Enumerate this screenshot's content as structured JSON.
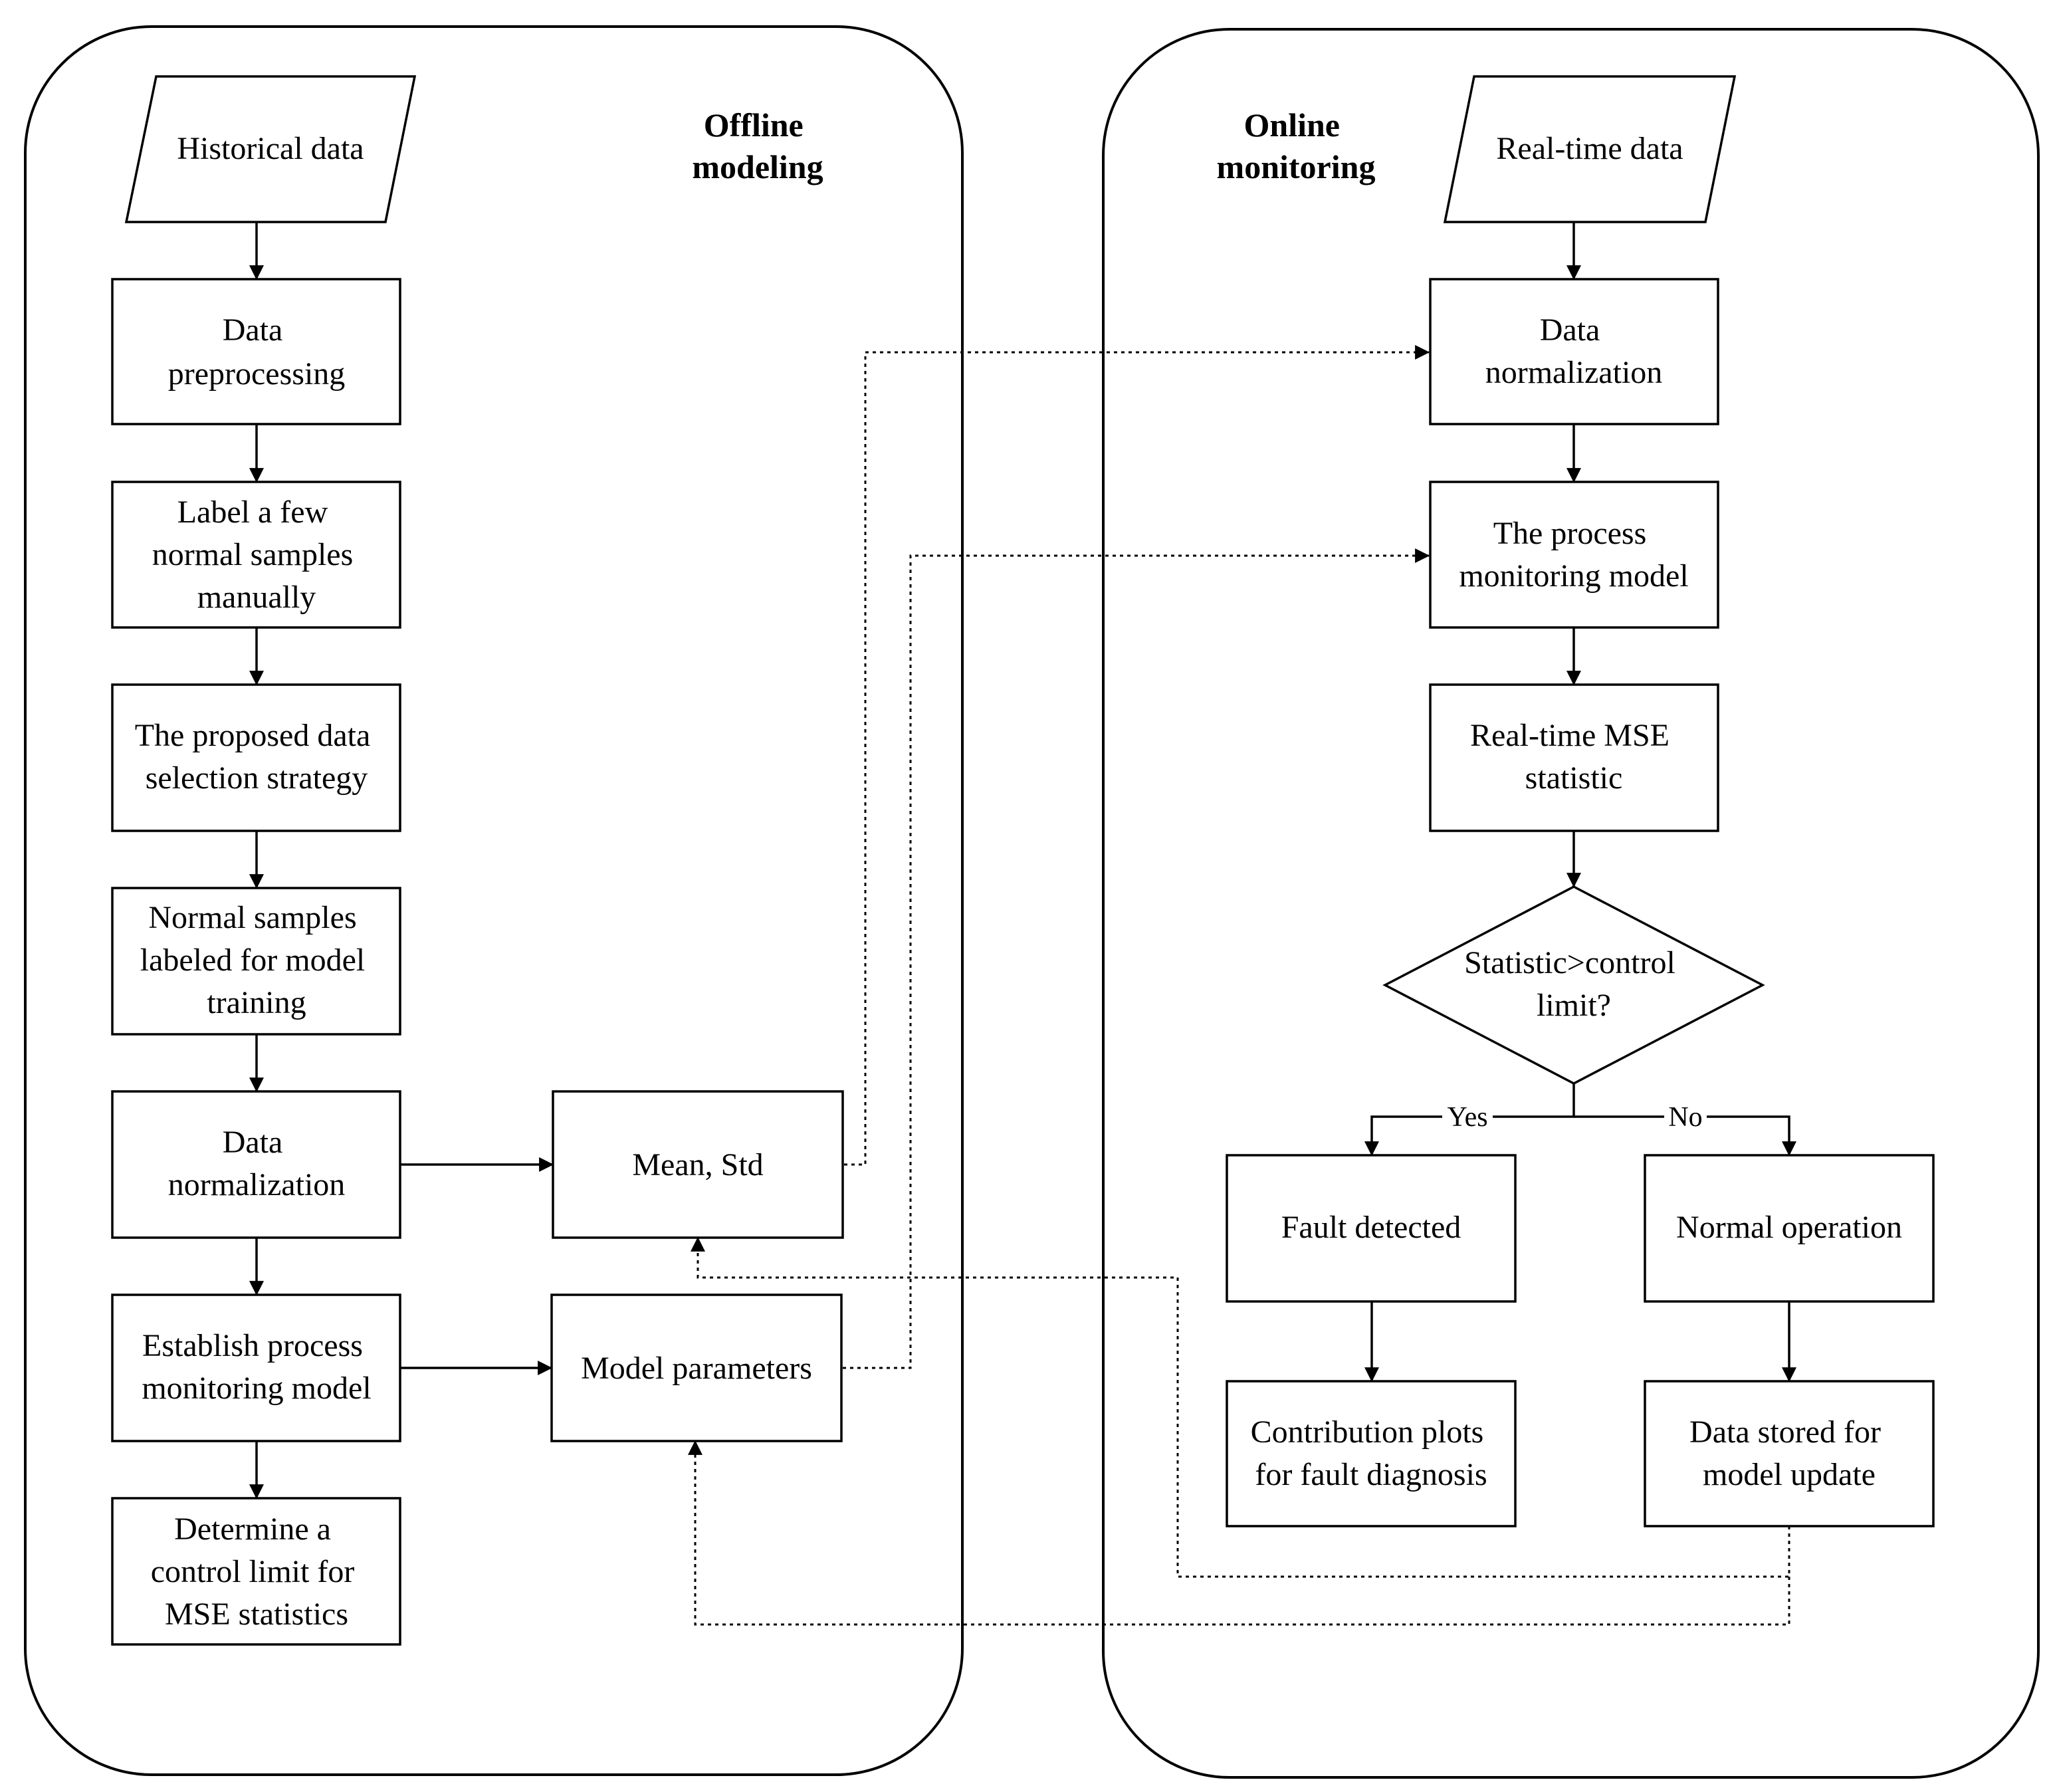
{
  "panels": {
    "offline": {
      "title_lines": [
        "Offline",
        "modeling"
      ]
    },
    "online": {
      "title_lines": [
        "Online",
        "monitoring"
      ]
    }
  },
  "nodes": {
    "historical_data": {
      "shape": "parallelogram",
      "lines": [
        "Historical data"
      ]
    },
    "data_preprocessing": {
      "shape": "process",
      "lines": [
        "Data",
        "preprocessing"
      ]
    },
    "label_samples": {
      "shape": "process",
      "lines": [
        "Label a few",
        "normal samples",
        "manually"
      ]
    },
    "data_selection": {
      "shape": "process",
      "lines": [
        "The proposed data",
        "selection strategy"
      ]
    },
    "normal_samples": {
      "shape": "process",
      "lines": [
        "Normal samples",
        "labeled for model",
        "training"
      ]
    },
    "offline_normalization": {
      "shape": "process",
      "lines": [
        "Data",
        "normalization"
      ]
    },
    "establish_model": {
      "shape": "process",
      "lines": [
        "Establish process",
        "monitoring model"
      ]
    },
    "control_limit": {
      "shape": "process",
      "lines": [
        "Determine a",
        "control limit for",
        "MSE statistics"
      ]
    },
    "mean_std": {
      "shape": "process",
      "lines": [
        "Mean, Std"
      ]
    },
    "model_parameters": {
      "shape": "process",
      "lines": [
        "Model parameters"
      ]
    },
    "realtime_data": {
      "shape": "parallelogram",
      "lines": [
        "Real-time data"
      ]
    },
    "online_normalization": {
      "shape": "process",
      "lines": [
        "Data",
        "normalization"
      ]
    },
    "process_model": {
      "shape": "process",
      "lines": [
        "The process",
        "monitoring model"
      ]
    },
    "mse_statistic": {
      "shape": "process",
      "lines": [
        "Real-time MSE",
        "statistic"
      ]
    },
    "decision": {
      "shape": "decision",
      "lines": [
        "Statistic>control",
        "limit?"
      ]
    },
    "fault_detected": {
      "shape": "process",
      "lines": [
        "Fault detected"
      ]
    },
    "normal_operation": {
      "shape": "process",
      "lines": [
        "Normal operation"
      ]
    },
    "contribution_plots": {
      "shape": "process",
      "lines": [
        "Contribution plots",
        "for fault diagnosis"
      ]
    },
    "data_stored": {
      "shape": "process",
      "lines": [
        "Data stored for",
        "model update"
      ]
    }
  },
  "edges": {
    "yes_label": "Yes",
    "no_label": "No"
  }
}
